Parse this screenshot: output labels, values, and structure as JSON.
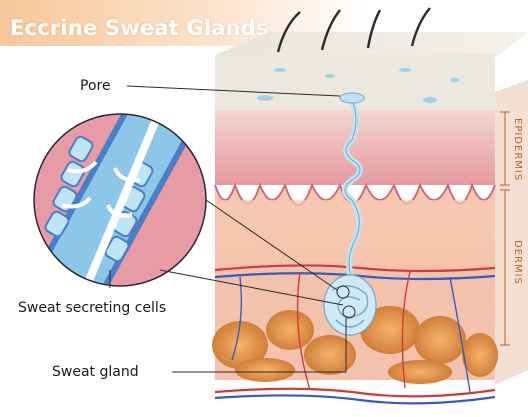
{
  "title": "Eccrine Sweat Glands",
  "labels": {
    "pore": "Pore",
    "sweat_secreting_cells": "Sweat secreting cells",
    "sweat_gland": "Sweat gland"
  },
  "layers": {
    "epidermis": "EPIDERMIS",
    "dermis": "DERMIS"
  },
  "colors": {
    "title_gradient_start": "#f7c79a",
    "epidermis": "#e8a0a4",
    "dermis": "#f8cdb3",
    "fat": "#e9a060",
    "gland": "#bfe3f2",
    "blood_red": "#d23a3a",
    "blood_blue": "#3a5bbf"
  }
}
